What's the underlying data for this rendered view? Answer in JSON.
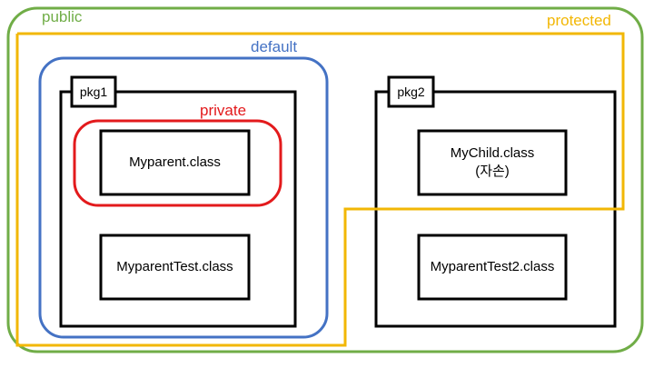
{
  "scopes": {
    "public": {
      "label": "public",
      "color": "#70ad47"
    },
    "protected": {
      "label": "protected",
      "color": "#f2b705"
    },
    "default": {
      "label": "default",
      "color": "#4472c4"
    },
    "private": {
      "label": "private",
      "color": "#e31a1c"
    }
  },
  "packages": {
    "pkg1": {
      "label": "pkg1",
      "classes": [
        "Myparent.class",
        "MyparentTest.class"
      ]
    },
    "pkg2": {
      "label": "pkg2",
      "classes": [
        {
          "line1": "MyChild.class",
          "line2": "(자손)"
        },
        "MyparentTest2.class"
      ]
    }
  }
}
